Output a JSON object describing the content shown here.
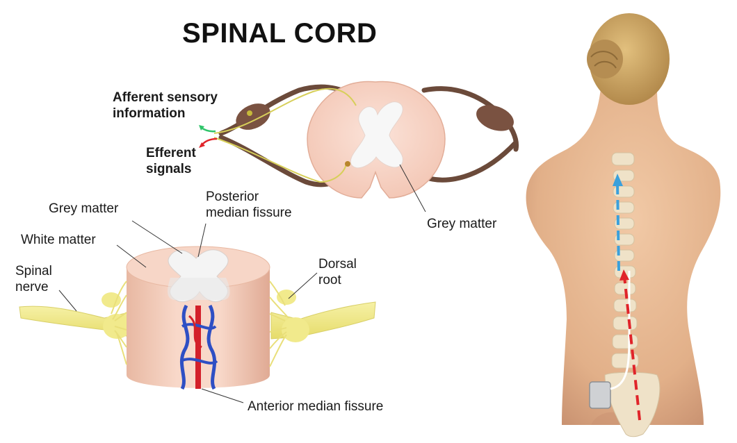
{
  "title": "SPINAL CORD",
  "labels": {
    "afferent_line1": "Afferent sensory",
    "afferent_line2": "information",
    "efferent_line1": "Efferent",
    "efferent_line2": "signals",
    "grey_matter_top": "Grey matter",
    "grey_matter_left": "Grey matter",
    "posterior_line1": "Posterior",
    "posterior_line2": "median fissure",
    "white_matter": "White matter",
    "spinal_nerve_line1": "Spinal",
    "spinal_nerve_line2": "nerve",
    "dorsal_root_line1": "Dorsal",
    "dorsal_root_line2": "root",
    "anterior_fissure": "Anterior median fissure"
  },
  "colors": {
    "white_matter": "#f5cfc0",
    "grey_matter": "#f3f3f3",
    "nerve_brown": "#6b4a3a",
    "nerve_yellow": "#f1ea8c",
    "artery_red": "#d3202a",
    "vein_blue": "#2e4fc4",
    "skin": "#e8bb95",
    "afferent_arrow": "#3aa0dc",
    "efferent_arrow": "#e0242a"
  }
}
